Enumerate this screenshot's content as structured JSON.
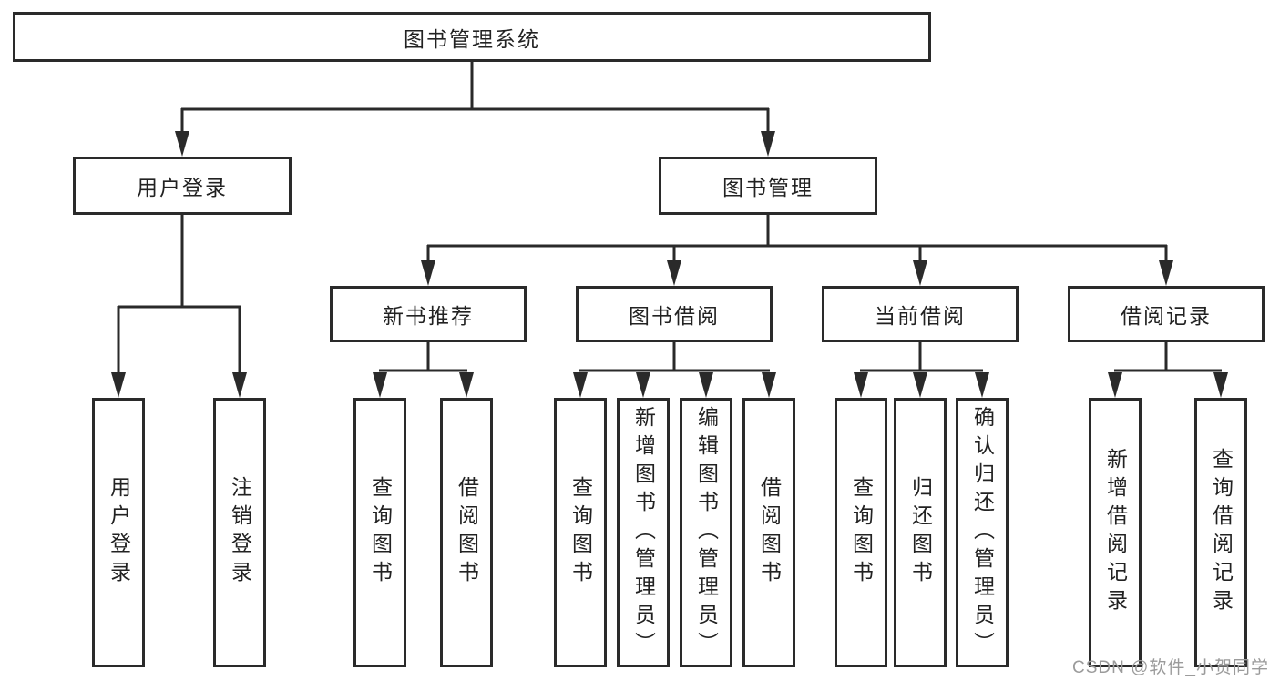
{
  "diagram_title": "图书管理系统",
  "nodes": {
    "root": {
      "label": "图书管理系统"
    },
    "user_login": {
      "label": "用户登录"
    },
    "book_mgmt": {
      "label": "图书管理"
    },
    "new_book_rec": {
      "label": "新书推荐"
    },
    "book_borrow": {
      "label": "图书借阅"
    },
    "current_borrow": {
      "label": "当前借阅"
    },
    "borrow_record": {
      "label": "借阅记录"
    },
    "leaf_user_login": {
      "label": "用户登录"
    },
    "leaf_logout": {
      "label": "注销登录"
    },
    "leaf_rec_query": {
      "label": "查询图书"
    },
    "leaf_rec_borrow": {
      "label": "借阅图书"
    },
    "leaf_bb_query": {
      "label": "查询图书"
    },
    "leaf_bb_add": {
      "label": "新增图书（管理员）"
    },
    "leaf_bb_edit": {
      "label": "编辑图书（管理员）"
    },
    "leaf_bb_borrow": {
      "label": "借阅图书"
    },
    "leaf_cb_query": {
      "label": "查询图书"
    },
    "leaf_cb_return": {
      "label": "归还图书"
    },
    "leaf_cb_confirm": {
      "label": "确认归还（管理员）"
    },
    "leaf_br_add": {
      "label": "新增借阅记录"
    },
    "leaf_br_query": {
      "label": "查询借阅记录"
    }
  },
  "edges": [
    [
      "root",
      "user_login"
    ],
    [
      "root",
      "book_mgmt"
    ],
    [
      "user_login",
      "leaf_user_login"
    ],
    [
      "user_login",
      "leaf_logout"
    ],
    [
      "book_mgmt",
      "new_book_rec"
    ],
    [
      "book_mgmt",
      "book_borrow"
    ],
    [
      "book_mgmt",
      "current_borrow"
    ],
    [
      "book_mgmt",
      "borrow_record"
    ],
    [
      "new_book_rec",
      "leaf_rec_query"
    ],
    [
      "new_book_rec",
      "leaf_rec_borrow"
    ],
    [
      "book_borrow",
      "leaf_bb_query"
    ],
    [
      "book_borrow",
      "leaf_bb_add"
    ],
    [
      "book_borrow",
      "leaf_bb_edit"
    ],
    [
      "book_borrow",
      "leaf_bb_borrow"
    ],
    [
      "current_borrow",
      "leaf_cb_query"
    ],
    [
      "current_borrow",
      "leaf_cb_return"
    ],
    [
      "current_borrow",
      "leaf_cb_confirm"
    ],
    [
      "borrow_record",
      "leaf_br_add"
    ],
    [
      "borrow_record",
      "leaf_br_query"
    ]
  ],
  "watermark": {
    "text": "CSDN @软件_小贺同学",
    "color": "#9b9b9b"
  },
  "colors": {
    "line": "#2a2a2a",
    "box_border": "#2a2a2a",
    "text": "#222222",
    "background": "#ffffff"
  }
}
